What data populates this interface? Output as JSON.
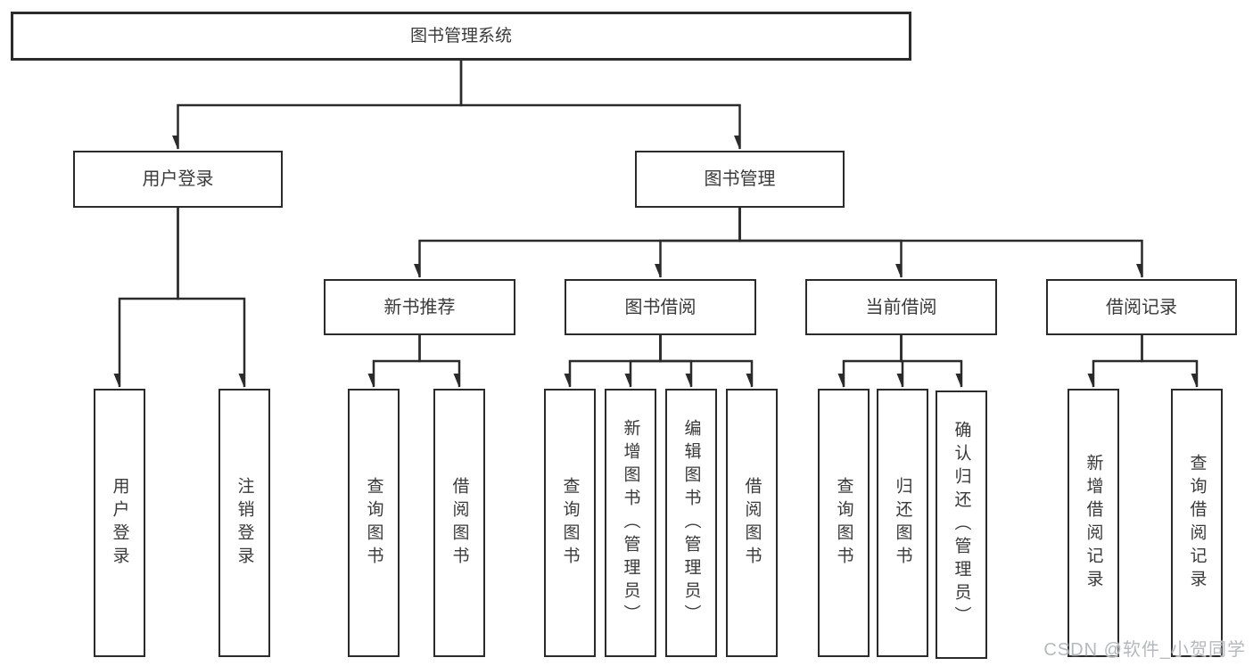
{
  "diagram": {
    "title": "图书管理系统",
    "type": "functional-structure-tree",
    "colors": {
      "line": "#2b2b2b",
      "box_border": "#2b2b2b",
      "box_fill": "#ffffff",
      "text": "#3a3a3a",
      "watermark": "#b5b9be"
    }
  },
  "tree": {
    "label": "图书管理系统",
    "children": [
      {
        "label": "用户登录",
        "children": [
          {
            "label": "用户登录"
          },
          {
            "label": "注销登录"
          }
        ]
      },
      {
        "label": "图书管理",
        "children": [
          {
            "label": "新书推荐",
            "children": [
              {
                "label": "查询图书"
              },
              {
                "label": "借阅图书"
              }
            ]
          },
          {
            "label": "图书借阅",
            "children": [
              {
                "label": "查询图书"
              },
              {
                "label": "新增图书（管理员）"
              },
              {
                "label": "编辑图书（管理员）"
              },
              {
                "label": "借阅图书"
              }
            ]
          },
          {
            "label": "当前借阅",
            "children": [
              {
                "label": "查询图书"
              },
              {
                "label": "归还图书"
              },
              {
                "label": "确认归还（管理员）"
              }
            ]
          },
          {
            "label": "借阅记录",
            "children": [
              {
                "label": "新增借阅记录"
              },
              {
                "label": "查询借阅记录"
              }
            ]
          }
        ]
      }
    ]
  },
  "watermark": {
    "text": "CSDN @软件_小贺同学"
  }
}
